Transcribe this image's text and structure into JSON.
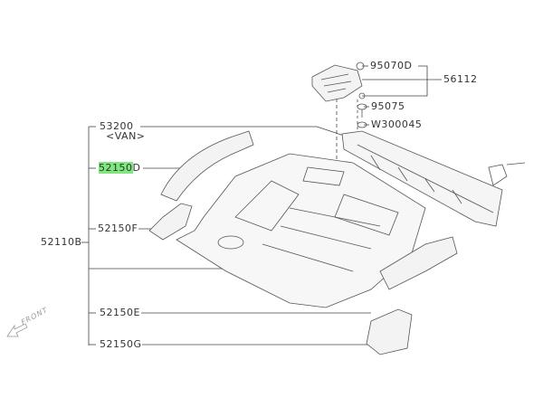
{
  "diagram": {
    "labels": {
      "p95070d": "95070D",
      "p56112": "56112",
      "p95075": "95075",
      "pw300045": "W300045",
      "p53200": "53200",
      "van": "<VAN>",
      "p52150d_hl": "52150",
      "p52150d_suffix": "D",
      "p52150f": "52150F",
      "p52110b": "52110B",
      "p52150e": "52150E",
      "p52150g": "52150G",
      "front": "FRONT"
    },
    "highlight_color": "#7ee87e"
  }
}
